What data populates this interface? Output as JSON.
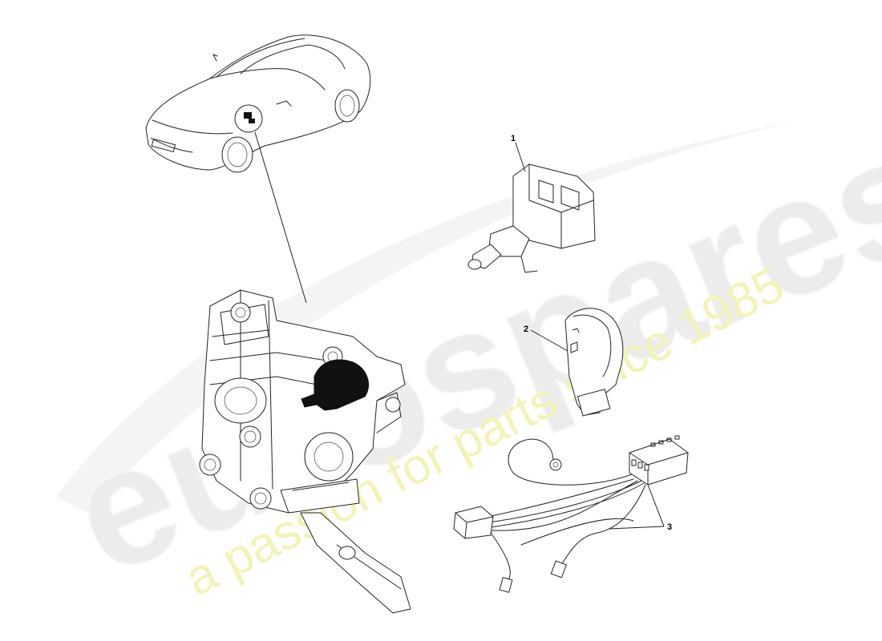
{
  "watermark": {
    "brand": "eurospares",
    "tagline": "a passion for parts since 1985"
  },
  "callouts": [
    {
      "id": "1",
      "label": "1"
    },
    {
      "id": "2",
      "label": "2"
    },
    {
      "id": "3",
      "label": "3"
    }
  ],
  "colors": {
    "line": "#222222",
    "highlight": "#111111",
    "watermark_grey": "#ececec",
    "watermark_yellow": "#f3f3b8"
  }
}
